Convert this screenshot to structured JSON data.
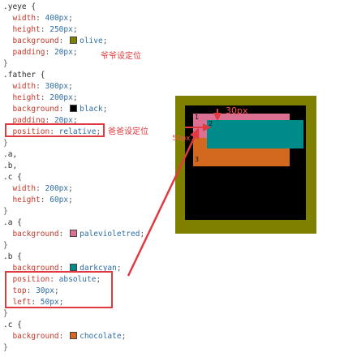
{
  "code": {
    "l1": ".yeye {",
    "l2_prop": "width",
    "l2_val": "400px",
    "l3_prop": "height",
    "l3_val": "250px",
    "l4_prop": "background",
    "l4_val": "olive",
    "l5_prop": "padding",
    "l5_val": "20px",
    "l6": "}",
    "l7": ".father {",
    "l8_prop": "width",
    "l8_val": "300px",
    "l9_prop": "height",
    "l9_val": "200px",
    "l10_prop": "background",
    "l10_val": "black",
    "l11_prop": "padding",
    "l11_val": "20px",
    "l12_prop": "position",
    "l12_val": "relative",
    "l13": "}",
    "l14": ".a,",
    "l15": ".b,",
    "l16": ".c {",
    "l17_prop": "width",
    "l17_val": "200px",
    "l18_prop": "height",
    "l18_val": "60px",
    "l19": "}",
    "l20": ".a {",
    "l21_prop": "background",
    "l21_val": "palevioletred",
    "l22": "}",
    "l23": ".b {",
    "l24_prop": "background",
    "l24_val": "darkcyan",
    "l25_prop": "position",
    "l25_val": "absolute",
    "l26_prop": "top",
    "l26_val": "30px",
    "l27_prop": "left",
    "l27_val": "50px",
    "l28": "}",
    "l29": ".c {",
    "l30_prop": "background",
    "l30_val": "chocolate",
    "l31": "}"
  },
  "annotations": {
    "grandpa": "爷爷设定位",
    "dad": "爸爸设定位"
  },
  "demo": {
    "label_a": "1",
    "label_b": "2",
    "label_c": "3",
    "top_offset": "30px",
    "left_offset": "50px"
  },
  "colors": {
    "olive": "#808000",
    "black": "#000000",
    "palevioletred": "#db7093",
    "darkcyan": "#008b8b",
    "chocolate": "#d2691e",
    "annotation_red": "#e0393f"
  }
}
